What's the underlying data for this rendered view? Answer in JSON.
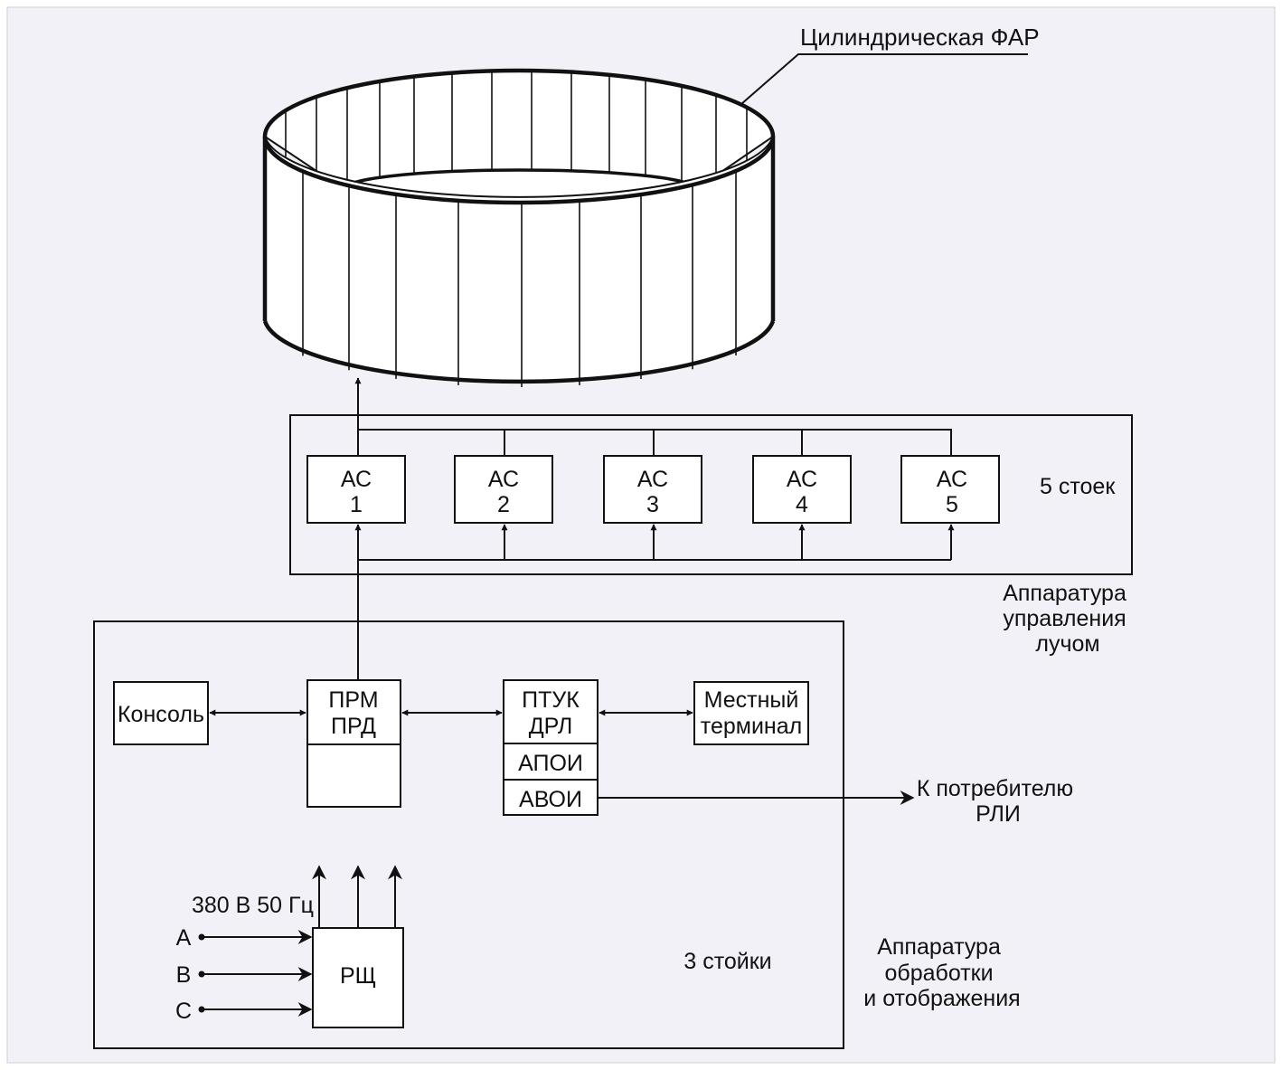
{
  "colors": {
    "background": "#f2f1f7",
    "line": "#111111",
    "fill": "#ffffff"
  },
  "array": {
    "label": "Цилиндрическая ФАР"
  },
  "beam_control": {
    "caption_lines": [
      "Аппаратура",
      "управления",
      "лучом"
    ],
    "rack_count": "5 стоек",
    "racks": [
      {
        "name": "АС",
        "number": "1"
      },
      {
        "name": "АС",
        "number": "2"
      },
      {
        "name": "АС",
        "number": "3"
      },
      {
        "name": "АС",
        "number": "4"
      },
      {
        "name": "АС",
        "number": "5"
      }
    ]
  },
  "processing": {
    "caption_lines": [
      "Аппаратура",
      "обработки",
      "и отображения"
    ],
    "rack_count": "3 стойки",
    "console": "Консоль",
    "transceiver": [
      "ПРМ",
      "ПРД"
    ],
    "control_unit": [
      "ПТУК",
      "ДРЛ"
    ],
    "apoi": "АПОИ",
    "avoi": "АВОИ",
    "local_terminal": [
      "Местный",
      "терминал"
    ],
    "consumer": [
      "К потребителю",
      "РЛИ"
    ],
    "power": {
      "supply": "380 В 50 Гц",
      "panel": "РЩ",
      "phases": [
        "A",
        "B",
        "C"
      ]
    }
  }
}
